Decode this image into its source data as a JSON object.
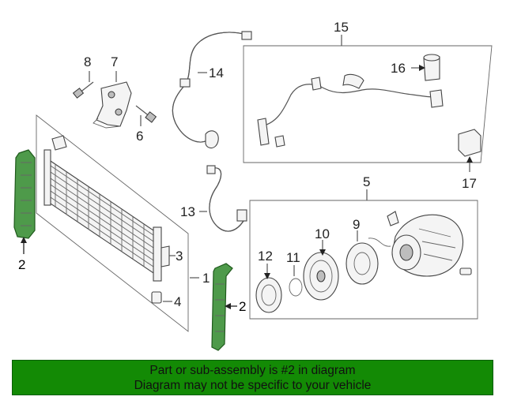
{
  "callouts": {
    "c1": "1",
    "c2a": "2",
    "c2b": "2",
    "c3": "3",
    "c4": "4",
    "c5": "5",
    "c6": "6",
    "c7": "7",
    "c8": "8",
    "c9": "9",
    "c10": "10",
    "c11": "11",
    "c12": "12",
    "c13": "13",
    "c14": "14",
    "c15": "15",
    "c16": "16",
    "c17": "17"
  },
  "banner": {
    "line1": "Part or sub-assembly is #2 in diagram",
    "line2": "Diagram may not be specific to your vehicle"
  },
  "colors": {
    "highlight_part": "#4e9a4a",
    "banner_bg": "#138a05"
  }
}
